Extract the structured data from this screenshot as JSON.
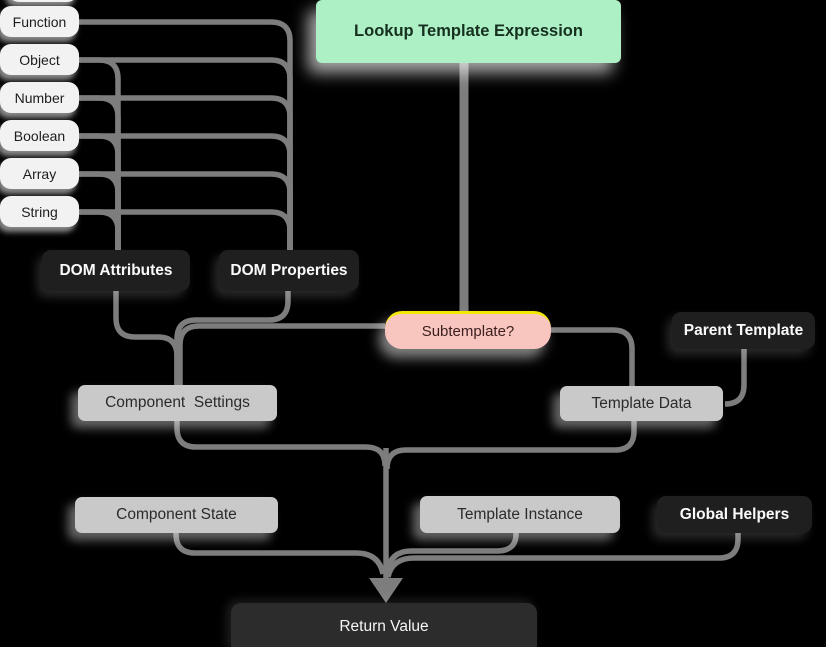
{
  "diagram": {
    "title_node": {
      "label": "Lookup Template Expression"
    },
    "type_nodes": [
      {
        "label": "Function"
      },
      {
        "label": "Object"
      },
      {
        "label": "Number"
      },
      {
        "label": "Boolean"
      },
      {
        "label": "Array"
      },
      {
        "label": "String"
      }
    ],
    "dom_attributes": {
      "label": "DOM Attributes"
    },
    "dom_properties": {
      "label": "DOM Properties"
    },
    "decision": {
      "label": "Subtemplate?"
    },
    "parent_template": {
      "label": "Parent Template"
    },
    "component_settings": {
      "label": "Component  Settings"
    },
    "template_data": {
      "label": "Template Data"
    },
    "component_state": {
      "label": "Component State"
    },
    "template_instance": {
      "label": "Template Instance"
    },
    "global_helpers": {
      "label": "Global Helpers"
    },
    "return_value": {
      "label": "Return Value"
    },
    "edges": [
      {
        "from": "Function",
        "to": "DOM Properties"
      },
      {
        "from": "Object",
        "to": "DOM Attributes"
      },
      {
        "from": "Object",
        "to": "DOM Properties"
      },
      {
        "from": "Number",
        "to": "DOM Attributes"
      },
      {
        "from": "Number",
        "to": "DOM Properties"
      },
      {
        "from": "Boolean",
        "to": "DOM Attributes"
      },
      {
        "from": "Boolean",
        "to": "DOM Properties"
      },
      {
        "from": "Array",
        "to": "DOM Attributes"
      },
      {
        "from": "Array",
        "to": "DOM Properties"
      },
      {
        "from": "String",
        "to": "DOM Attributes"
      },
      {
        "from": "String",
        "to": "DOM Properties"
      },
      {
        "from": "Lookup Template Expression",
        "to": "Subtemplate?"
      },
      {
        "from": "DOM Attributes",
        "to": "Component Settings"
      },
      {
        "from": "DOM Properties",
        "to": "Component Settings"
      },
      {
        "from": "Subtemplate?",
        "to": "Component Settings"
      },
      {
        "from": "Subtemplate?",
        "to": "Template Data"
      },
      {
        "from": "Parent Template",
        "to": "Template Data"
      },
      {
        "from": "Component Settings",
        "to": "Return Value"
      },
      {
        "from": "Template Data",
        "to": "Return Value"
      },
      {
        "from": "Component State",
        "to": "Return Value"
      },
      {
        "from": "Template Instance",
        "to": "Return Value"
      },
      {
        "from": "Global Helpers",
        "to": "Return Value"
      }
    ]
  },
  "colors": {
    "background": "#000000",
    "line": "#7d7d7d",
    "pill_bg": "#f2f2f2",
    "title_bg": "#aef0c5",
    "title_text": "#15301f",
    "decision_bg": "#f8c6bf",
    "decision_top_border": "#f2e705",
    "dark_bg": "#1f1f1f",
    "gray_bg": "#c9c9c9",
    "return_bg": "#2c2c2c"
  }
}
